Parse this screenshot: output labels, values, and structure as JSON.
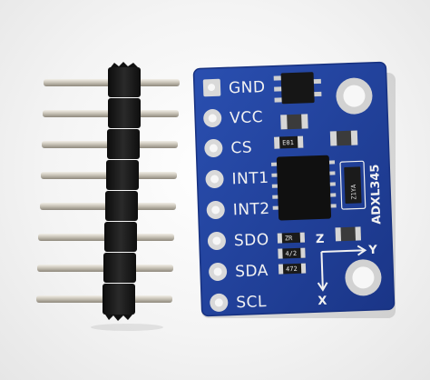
{
  "photo": {
    "subject": "ADXL345 accelerometer breakout board with separate 8-pin male header strip"
  },
  "board": {
    "pins": [
      "GND",
      "VCC",
      "CS",
      "INT1",
      "INT2",
      "SDO",
      "SDA",
      "SCL"
    ],
    "part_name": "ADXL345",
    "axis_x": "X",
    "axis_y": "Y",
    "axis_z": "Z",
    "resistor_codes": [
      "ZR",
      "4/2",
      "472"
    ],
    "top_marking": "E01",
    "regulator_marking": "Z1YA",
    "colors": {
      "pcb": "#1f3f9a",
      "pcb_edge": "#173180",
      "silkscreen": "#f2f2f2",
      "pad": "#d9d9d9"
    }
  },
  "header": {
    "pin_count": 8,
    "colors": {
      "plastic": "#1a1a1a",
      "pin": "#c9c4b8"
    }
  }
}
